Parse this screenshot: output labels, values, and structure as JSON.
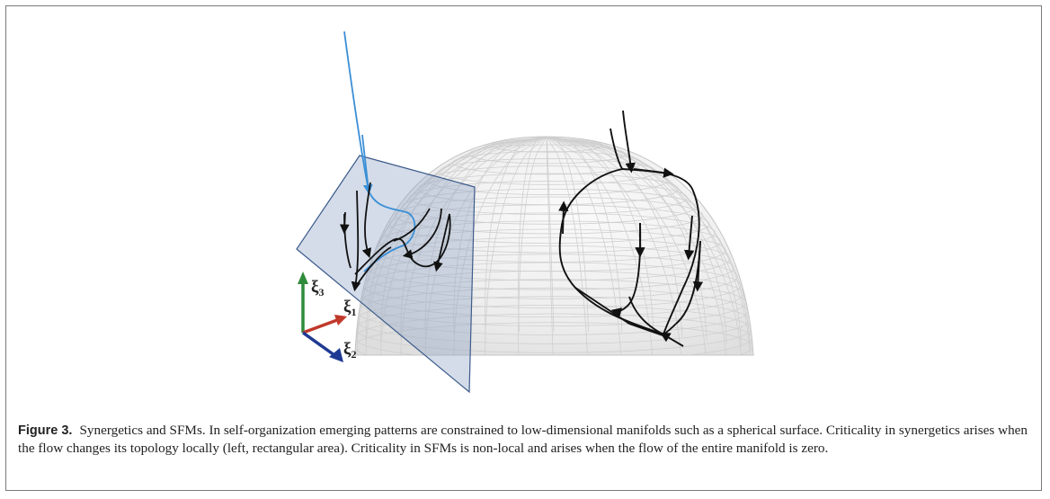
{
  "figure": {
    "axes": {
      "xi1": "ξ",
      "xi1_sub": "1",
      "xi2": "ξ",
      "xi2_sub": "2",
      "xi3": "ξ",
      "xi3_sub": "3",
      "colors": {
        "xi1": "#c0392b",
        "xi2": "#1f3a93",
        "xi3": "#2e8b3a"
      }
    },
    "colors": {
      "blue_trajectory": "#3b8fd6",
      "plane_fill": "#8ea3c4",
      "plane_stroke": "#3b5a8a",
      "flow_lines": "#111111",
      "sphere_grid": "#c8c8c8"
    }
  },
  "caption": {
    "label": "Figure 3.",
    "text": "Synergetics and SFMs. In self-organization emerging patterns are constrained to low-dimensional manifolds such as a spherical surface. Criticality in synergetics arises when the flow changes its topology locally (left, rectangular area). Criticality in SFMs is non-local and arises when the flow of the entire manifold is zero."
  }
}
